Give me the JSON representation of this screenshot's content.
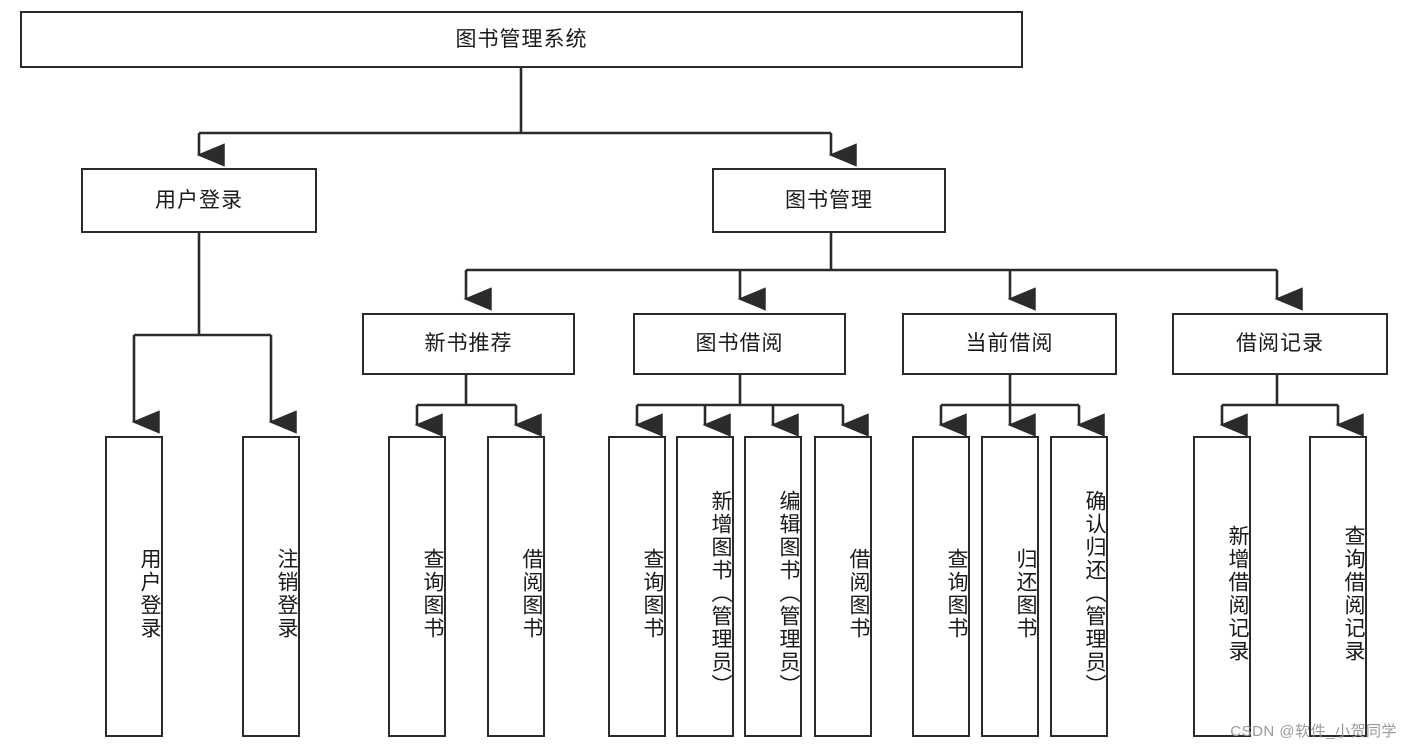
{
  "diagram": {
    "type": "tree",
    "title": "图书管理系统",
    "watermark": "CSDN @软件_小贺同学",
    "colors": {
      "border": "#2b2b2b",
      "background": "#ffffff",
      "text": "#1a1a1a",
      "edge": "#2b2b2b",
      "watermark": "#9a9a9a"
    },
    "nodes": {
      "root": {
        "label": "图书管理系统"
      },
      "level2": [
        {
          "label": "用户登录"
        },
        {
          "label": "图书管理"
        }
      ],
      "level3": [
        {
          "label": "新书推荐"
        },
        {
          "label": "图书借阅"
        },
        {
          "label": "当前借阅"
        },
        {
          "label": "借阅记录"
        }
      ],
      "leaves_user_login": [
        {
          "label": "用户登录"
        },
        {
          "label": "注销登录"
        }
      ],
      "leaves_new_book": [
        {
          "label": "查询图书"
        },
        {
          "label": "借阅图书"
        }
      ],
      "leaves_borrow": [
        {
          "label": "查询图书"
        },
        {
          "label": "新增图书（管理员）"
        },
        {
          "label": "编辑图书（管理员）"
        },
        {
          "label": "借阅图书"
        }
      ],
      "leaves_current": [
        {
          "label": "查询图书"
        },
        {
          "label": "归还图书"
        },
        {
          "label": "确认归还（管理员）"
        }
      ],
      "leaves_records": [
        {
          "label": "新增借阅记录"
        },
        {
          "label": "查询借阅记录"
        }
      ]
    }
  }
}
